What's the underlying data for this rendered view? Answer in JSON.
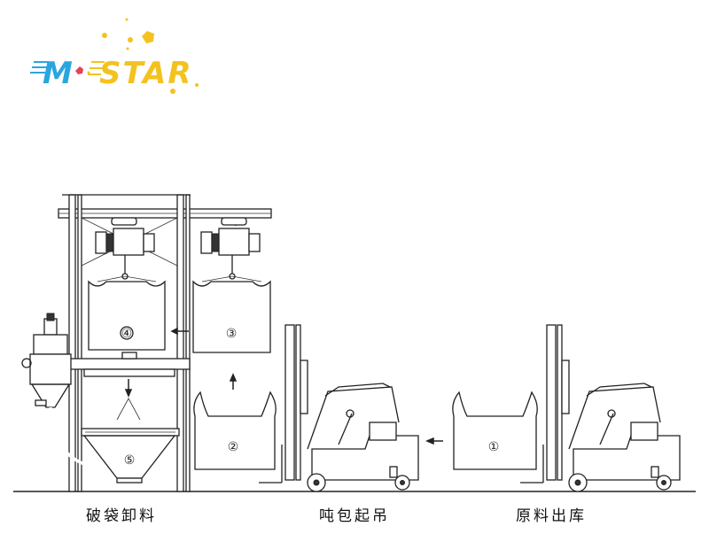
{
  "logo": {
    "part1": "M",
    "part2": "STAR",
    "colors": {
      "m": "#2aa6df",
      "star": "#f4c21f",
      "dot": "#e8405a"
    }
  },
  "stations": {
    "bag_numbers": [
      "①",
      "②",
      "③",
      "④",
      "⑤"
    ],
    "captions": {
      "unloading": "破袋卸料",
      "lifting": "吨包起吊",
      "outbound": "原料出库"
    }
  }
}
